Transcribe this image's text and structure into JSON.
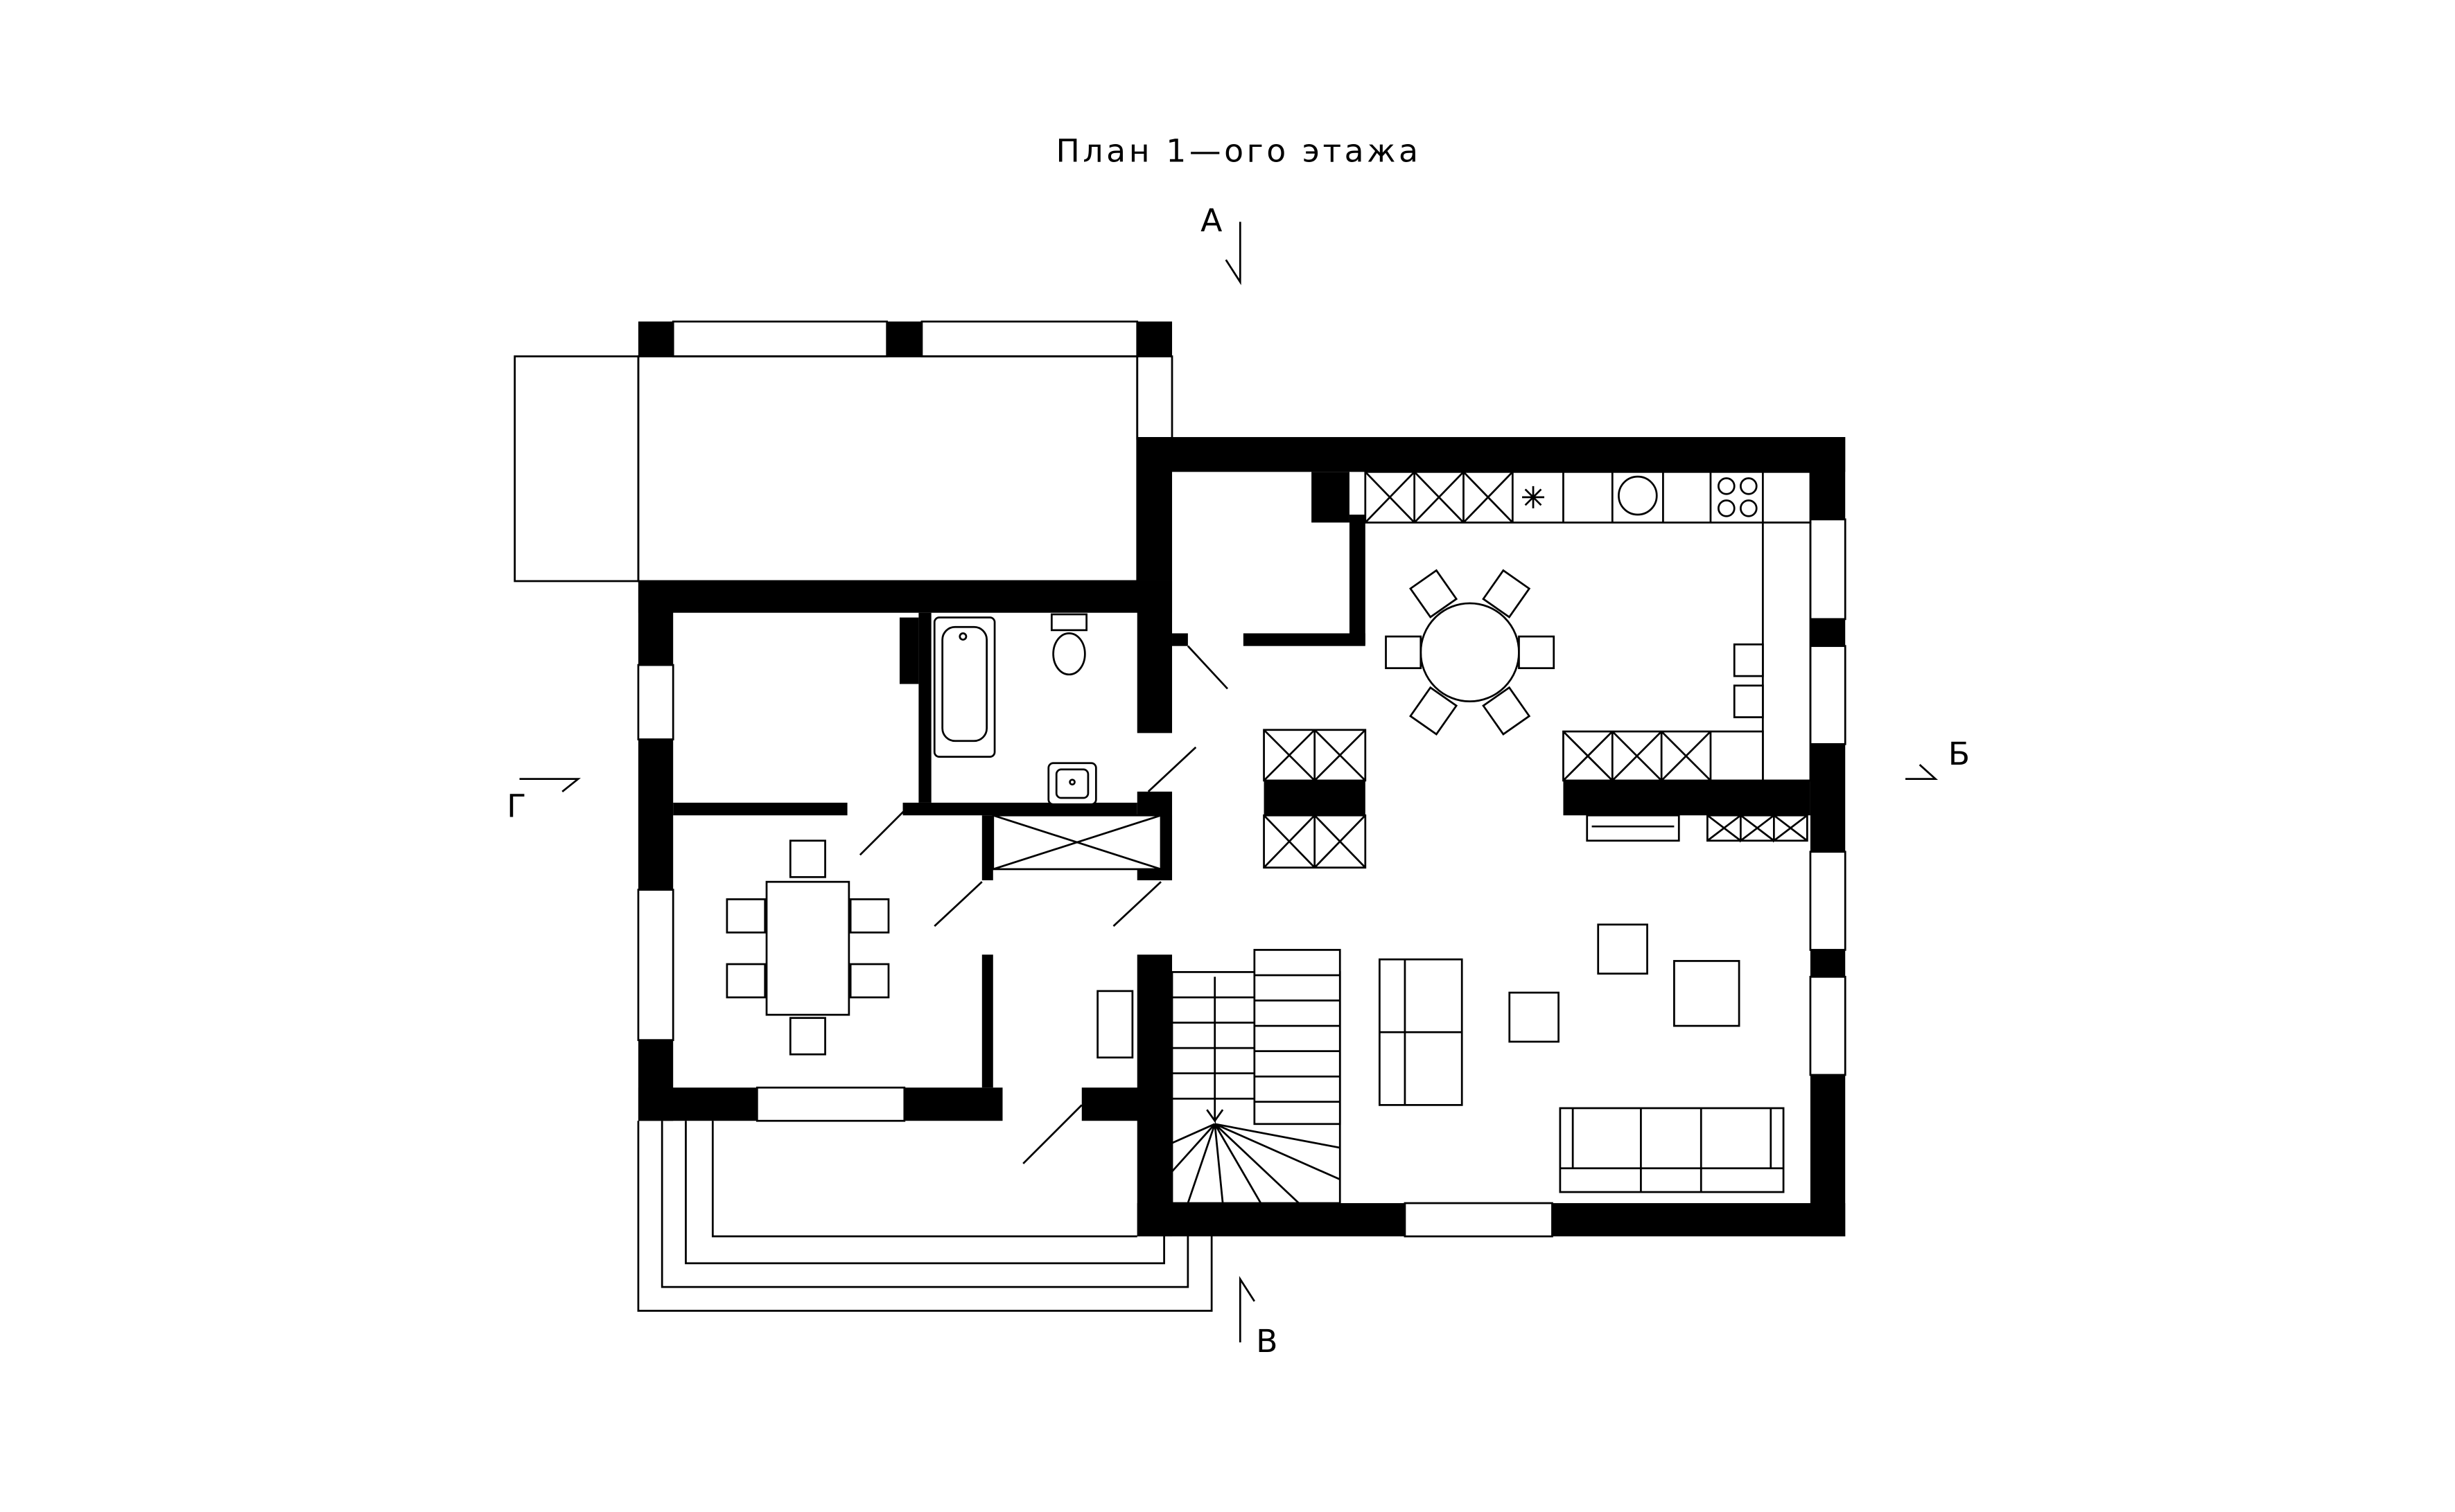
{
  "title": "План 1—ого этажа",
  "section_marks": {
    "a": "А",
    "b": "Б",
    "v": "В",
    "g": "Г"
  },
  "colors": {
    "wall": "#000000",
    "background": "#ffffff"
  }
}
